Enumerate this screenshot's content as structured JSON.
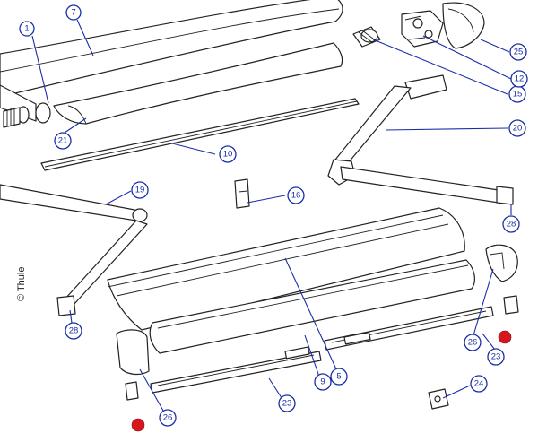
{
  "diagram": {
    "copyright": "© Thule",
    "leader_color": "#1a2ea8",
    "marker_color": "#d8151f",
    "callouts": [
      {
        "id": "c1",
        "label": "1"
      },
      {
        "id": "c7",
        "label": "7"
      },
      {
        "id": "c21",
        "label": "21"
      },
      {
        "id": "c10",
        "label": "10"
      },
      {
        "id": "c15",
        "label": "15"
      },
      {
        "id": "c12",
        "label": "12"
      },
      {
        "id": "c25",
        "label": "25"
      },
      {
        "id": "c20",
        "label": "20"
      },
      {
        "id": "c19",
        "label": "19"
      },
      {
        "id": "c16",
        "label": "16"
      },
      {
        "id": "c28a",
        "label": "28"
      },
      {
        "id": "c28b",
        "label": "28"
      },
      {
        "id": "c26a",
        "label": "26"
      },
      {
        "id": "c26b",
        "label": "26"
      },
      {
        "id": "c23a",
        "label": "23"
      },
      {
        "id": "c23b",
        "label": "23"
      },
      {
        "id": "c5",
        "label": "5"
      },
      {
        "id": "c9",
        "label": "9"
      },
      {
        "id": "c24",
        "label": "24"
      }
    ]
  }
}
